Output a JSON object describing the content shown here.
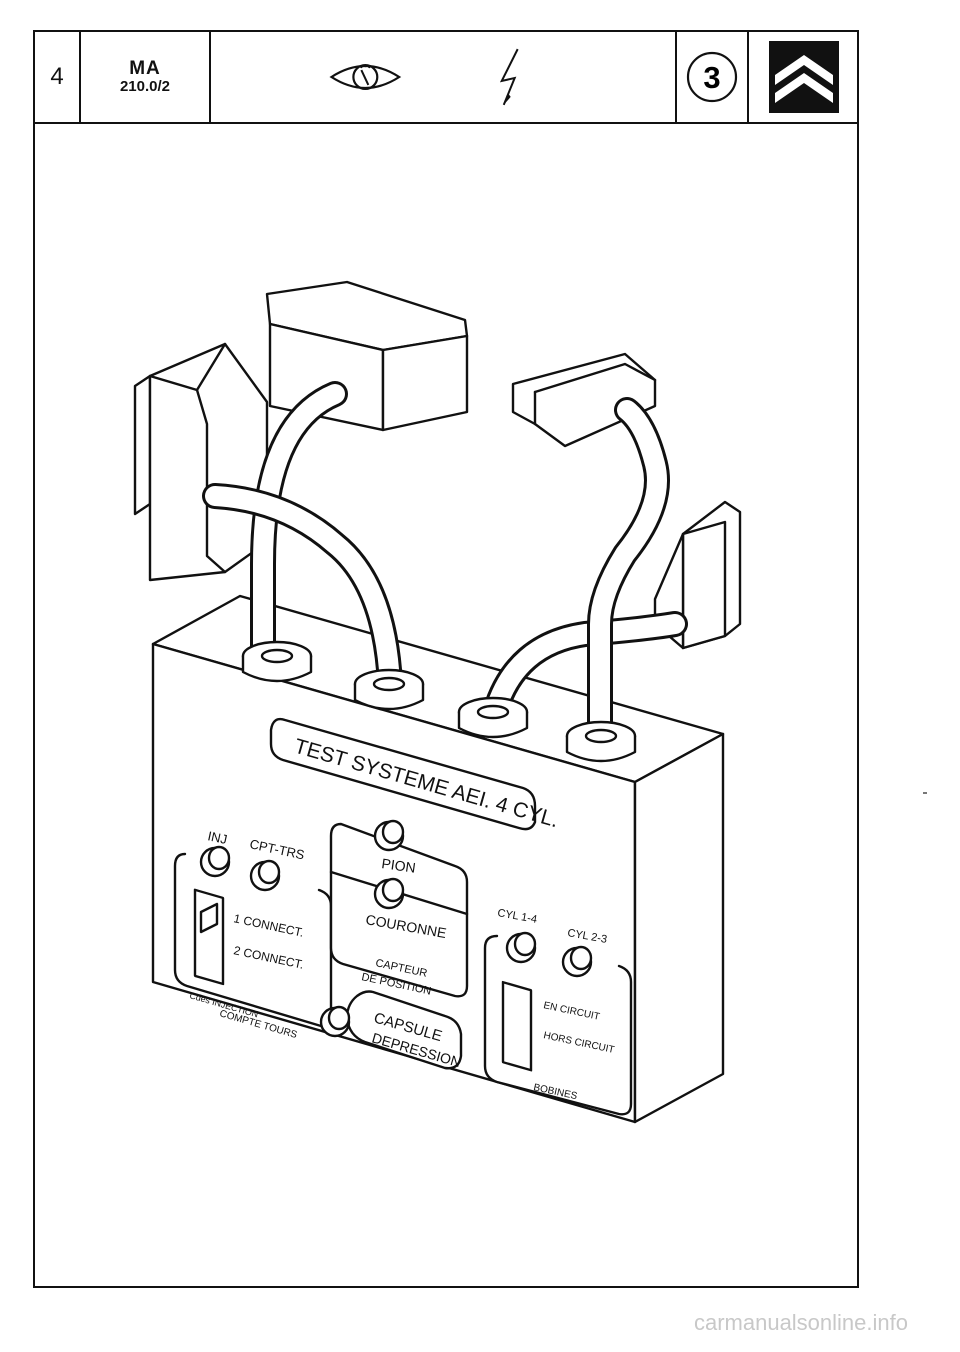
{
  "header": {
    "page_number": "4",
    "ref_line1": "MA",
    "ref_line2": "210.0/2",
    "circle_number": "3",
    "icons": [
      "eye-manual-icon",
      "lightning-icon",
      "citroen-chevron-icon"
    ]
  },
  "illustration": {
    "main_label": "TEST SYSTEME AEI. 4 CYL.",
    "left_panel": {
      "inj": "INJ",
      "cpt_trs": "CPT-TRS",
      "connect1": "1 CONNECT.",
      "connect2": "2 CONNECT.",
      "footer1": "Cdes INJECTION",
      "footer2": "COMPTE TOURS"
    },
    "center_panel": {
      "pion": "PION",
      "couronne": "COURONNE",
      "footer1": "CAPTEUR",
      "footer2": "DE POSITION"
    },
    "capsule": {
      "line1": "CAPSULE",
      "line2": "DEPRESSION"
    },
    "right_panel": {
      "cyl14": "CYL 1-4",
      "cyl23": "CYL 2-3",
      "en_circuit": "EN CIRCUIT",
      "hors_circuit": "HORS CIRCUIT",
      "footer": "BOBINES"
    }
  },
  "footer": {
    "watermark": "carmanualsonline.info"
  }
}
